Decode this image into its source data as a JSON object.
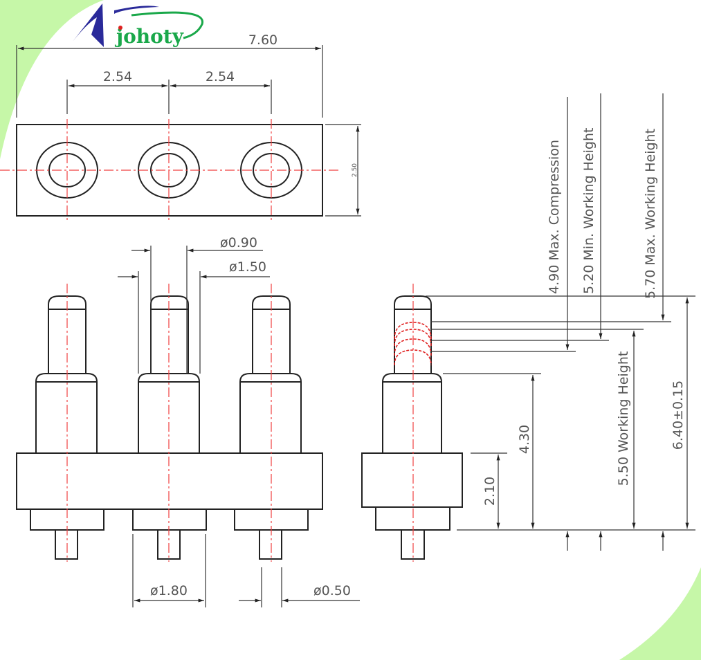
{
  "logo": {
    "text": "johoty",
    "colors": {
      "blue": "#2a2a9a",
      "green": "#1aa84a",
      "dot": "#e02020"
    }
  },
  "background": {
    "accent": "#c6f7a8"
  },
  "top_view": {
    "overall_width": "7.60",
    "pitch_1": "2.54",
    "pitch_2": "2.54",
    "height": "2.50"
  },
  "front_view": {
    "plunger_dia": "ø0.90",
    "barrel_dia": "ø1.50",
    "collar_dia": "ø1.80",
    "tail_dia": "ø0.50"
  },
  "side_view": {
    "max_compression": "4.90  Max. Compression",
    "min_working": "5.20  Min. Working Height",
    "max_working": "5.70  Max. Working Height",
    "working": "5.50  Working Height",
    "base_height": "2.10",
    "barrel_height": "4.30",
    "total_height": "6.40±0.15"
  }
}
